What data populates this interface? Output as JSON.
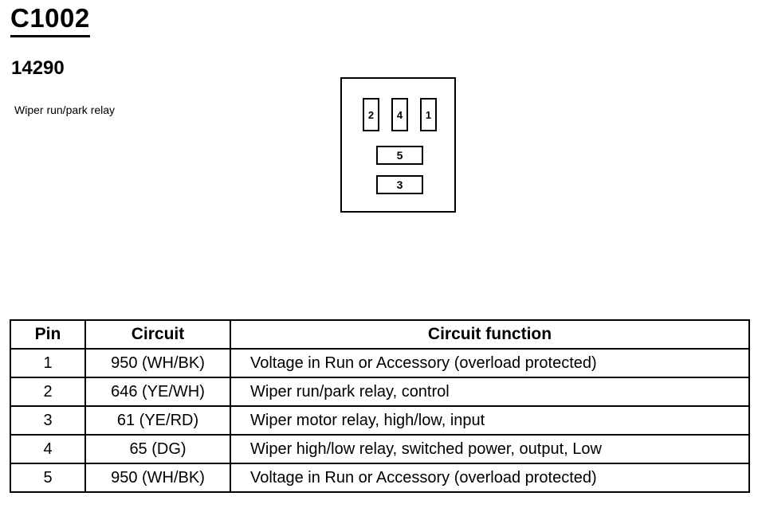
{
  "header": {
    "title": "C1002",
    "part_number": "14290",
    "description": "Wiper run/park relay"
  },
  "connector": {
    "pins": [
      "2",
      "4",
      "1",
      "5",
      "3"
    ]
  },
  "table": {
    "headers": [
      "Pin",
      "Circuit",
      "Circuit function"
    ],
    "rows": [
      {
        "pin": "1",
        "circuit": "950 (WH/BK)",
        "function": "Voltage in Run or Accessory (overload protected)"
      },
      {
        "pin": "2",
        "circuit": "646 (YE/WH)",
        "function": "Wiper run/park relay, control"
      },
      {
        "pin": "3",
        "circuit": "61 (YE/RD)",
        "function": "Wiper motor relay, high/low, input"
      },
      {
        "pin": "4",
        "circuit": "65 (DG)",
        "function": "Wiper high/low relay, switched power, output, Low"
      },
      {
        "pin": "5",
        "circuit": "950 (WH/BK)",
        "function": "Voltage in Run or Accessory (overload protected)"
      }
    ]
  }
}
